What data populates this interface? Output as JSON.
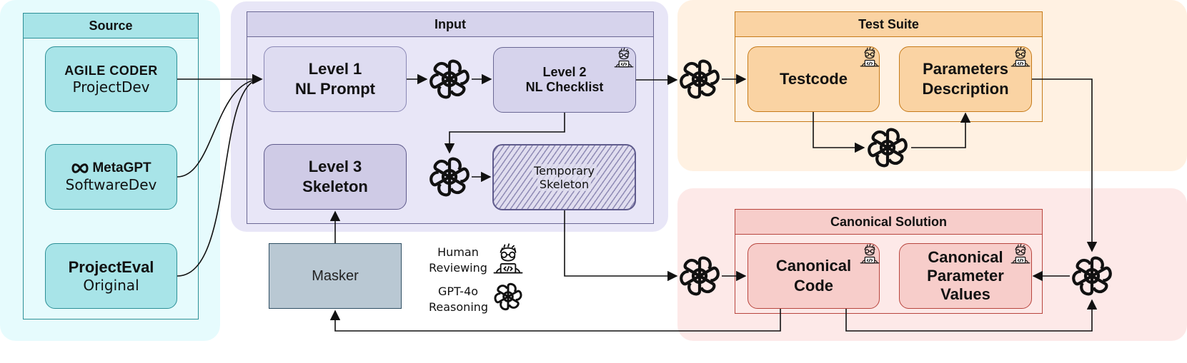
{
  "source": {
    "title": "Source",
    "agile": {
      "brand": "AGILE CODER",
      "sub": "ProjectDev"
    },
    "metagpt": {
      "brand": "MetaGPT",
      "sub": "SoftwareDev"
    },
    "projecteval": {
      "brand": "ProjectEval",
      "sub": "Original"
    }
  },
  "input": {
    "title": "Input",
    "level1": {
      "line1": "Level 1",
      "line2": "NL Prompt"
    },
    "level2": {
      "line1": "Level 2",
      "line2": "NL Checklist"
    },
    "level3": {
      "line1": "Level 3",
      "line2": "Skeleton"
    },
    "temp": {
      "line1": "Temporary",
      "line2": "Skeleton"
    }
  },
  "masker": {
    "label": "Masker"
  },
  "legend": {
    "human": {
      "line1": "Human",
      "line2": "Reviewing"
    },
    "gpt": {
      "line1": "GPT-4o",
      "line2": "Reasoning"
    }
  },
  "test_suite": {
    "title": "Test Suite",
    "testcode": "Testcode",
    "params": {
      "line1": "Parameters",
      "line2": "Description"
    }
  },
  "canonical": {
    "title": "Canonical Solution",
    "code": {
      "line1": "Canonical",
      "line2": "Code"
    },
    "values": {
      "line1": "Canonical",
      "line2": "Parameter",
      "line3": "Values"
    }
  },
  "colors": {
    "source_bg": "#e6fbfd",
    "source_node": "#a8e4e8",
    "source_border": "#2c8f96",
    "input_bg": "#e8e6f7",
    "input_node": "#d6d3ec",
    "input_border": "#6a6794",
    "test_bg": "#fff1e2",
    "test_node": "#fad3a3",
    "test_border": "#c67a19",
    "canon_bg": "#fde9e8",
    "canon_node": "#f7cdca",
    "canon_border": "#b8453e",
    "masker_fill": "#b9c8d3",
    "masker_border": "#2f4f63"
  }
}
